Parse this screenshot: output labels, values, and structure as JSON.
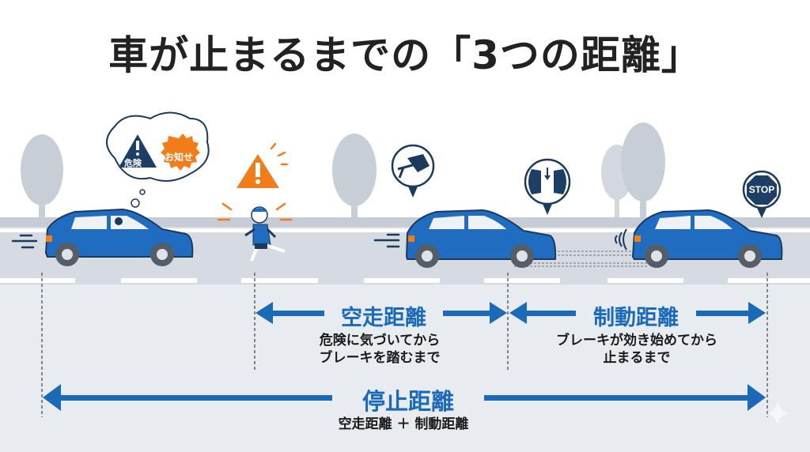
{
  "title": "車が止まるまでの「3つの距離」",
  "colors": {
    "car_blue": "#1f6cc0",
    "car_outline": "#1b3a5c",
    "arrow_blue": "#1a6ab8",
    "warning_orange": "#f07d1a",
    "danger_navy": "#1d3f66",
    "road": "#d6dbe2",
    "road_edge": "#c5ccd5",
    "tree": "#c8ced6",
    "lower_bg": "#e8ebf0"
  },
  "scene": {
    "thought_bubble": {
      "danger_icon_label": "危険",
      "notice_badge_label": "お知せ"
    },
    "pedestrian_warning_icon": "warning-triangle",
    "brake_pedal_bubble_icon": "foot-on-pedal",
    "brake_pad_bubble_icon": "brake-pads",
    "stop_sign_label": "STOP"
  },
  "distances": {
    "reaction": {
      "label": "空走距離",
      "description_line1": "危険に気づいてから",
      "description_line2": "ブレーキを踏むまで"
    },
    "braking": {
      "label": "制動距離",
      "description_line1": "ブレーキが効き始めてから",
      "description_line2": "止まるまで"
    },
    "stopping": {
      "label": "停止距離",
      "formula": "空走距離 ＋ 制動距離"
    }
  }
}
